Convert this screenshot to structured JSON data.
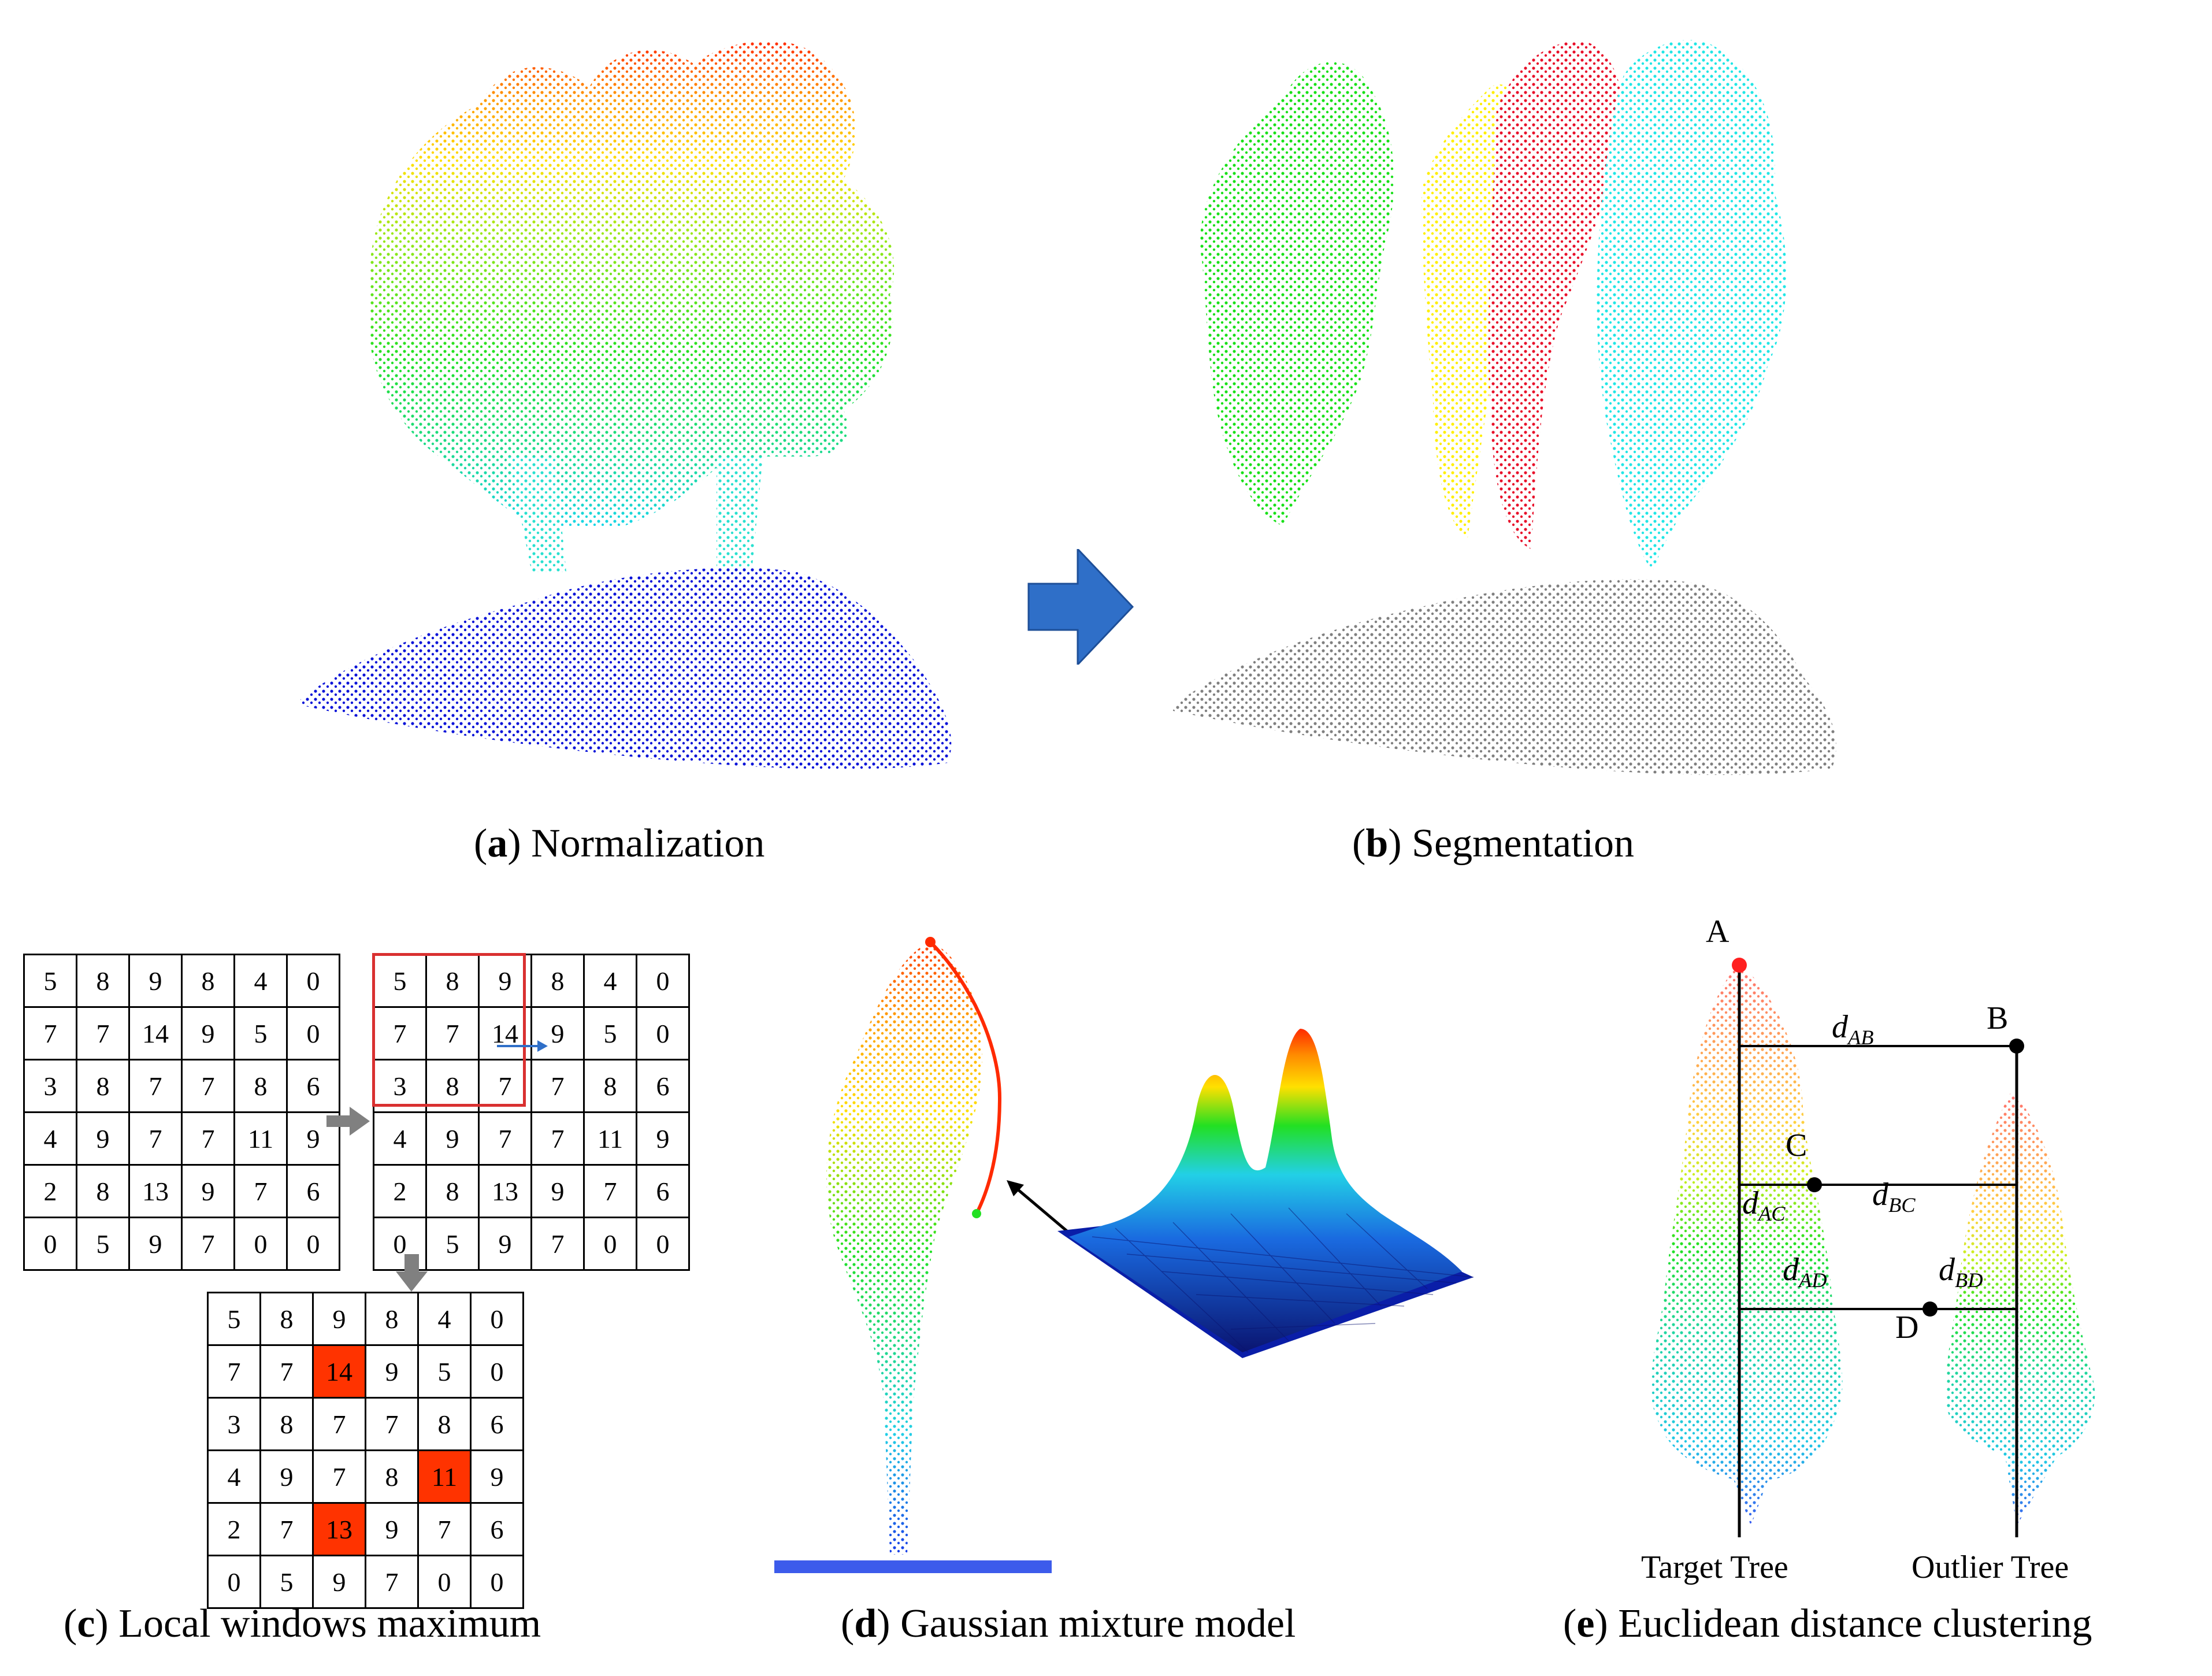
{
  "panels": {
    "a": {
      "letter": "a",
      "caption": "Normalization"
    },
    "b": {
      "letter": "b",
      "caption": "Segmentation"
    },
    "c": {
      "letter": "c",
      "caption": "Local windows maximum"
    },
    "d": {
      "letter": "d",
      "caption": "Gaussian mixture model"
    },
    "e": {
      "letter": "e",
      "caption": "Euclidean distance clustering"
    }
  },
  "grid_input": [
    [
      5,
      8,
      9,
      8,
      4,
      0
    ],
    [
      7,
      7,
      14,
      9,
      5,
      0
    ],
    [
      3,
      8,
      7,
      7,
      8,
      6
    ],
    [
      4,
      9,
      7,
      7,
      11,
      9
    ],
    [
      2,
      8,
      13,
      9,
      7,
      6
    ],
    [
      0,
      5,
      9,
      7,
      0,
      0
    ]
  ],
  "grid_window": [
    [
      5,
      8,
      9,
      8,
      4,
      0
    ],
    [
      7,
      7,
      14,
      9,
      5,
      0
    ],
    [
      3,
      8,
      7,
      7,
      8,
      6
    ],
    [
      4,
      9,
      7,
      7,
      11,
      9
    ],
    [
      2,
      8,
      13,
      9,
      7,
      6
    ],
    [
      0,
      5,
      9,
      7,
      0,
      0
    ]
  ],
  "grid_result": [
    [
      5,
      8,
      9,
      8,
      4,
      0
    ],
    [
      7,
      7,
      14,
      9,
      5,
      0
    ],
    [
      3,
      8,
      7,
      7,
      8,
      6
    ],
    [
      4,
      9,
      7,
      8,
      11,
      9
    ],
    [
      2,
      7,
      13,
      9,
      7,
      6
    ],
    [
      0,
      5,
      9,
      7,
      0,
      0
    ]
  ],
  "grid_result_maxima": [
    "1,2",
    "3,4",
    "4,2"
  ],
  "clustering": {
    "points": {
      "A": "A",
      "B": "B",
      "C": "C",
      "D": "D"
    },
    "distances": {
      "AB": {
        "main": "d",
        "sub": "AB"
      },
      "AC": {
        "main": "d",
        "sub": "AC"
      },
      "BC": {
        "main": "d",
        "sub": "BC"
      },
      "AD": {
        "main": "d",
        "sub": "AD"
      },
      "BD": {
        "main": "d",
        "sub": "BD"
      }
    },
    "target_label": "Target Tree",
    "outlier_label": "Outlier Tree"
  },
  "colors": {
    "ground": "#0a14d8",
    "ground_segmented": "#808080",
    "arrow_blue": "#2f6fc8",
    "window_red": "#d93030",
    "highlight": "#ff3300",
    "gray_arrow": "#808080",
    "seg_green": "#19e019",
    "seg_yellow": "#ffef00",
    "seg_red": "#e8102a",
    "seg_cyan": "#22e6e6"
  }
}
